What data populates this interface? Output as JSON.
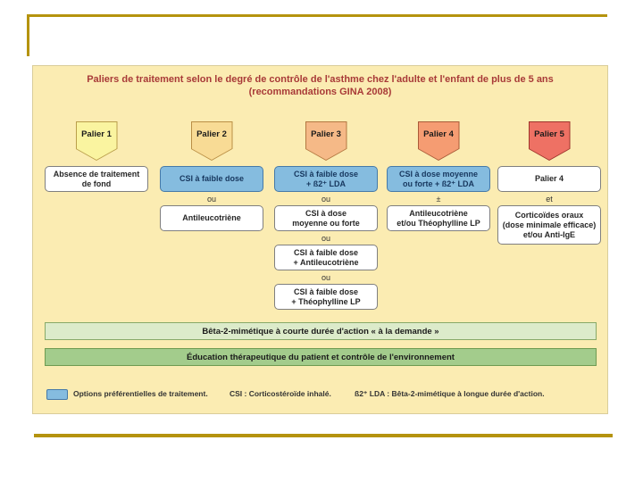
{
  "slide": {
    "title_line1": "Paliers de traitement selon le degré de contrôle de l'asthme chez l'adulte et l'enfant de plus de 5 ans",
    "title_line2": "(recommandations GINA 2008)"
  },
  "colors": {
    "accent_gold": "#B5930E",
    "panel_bg": "#FBECB2",
    "title_red": "#A83A38",
    "preferred_blue": "#85BCDF",
    "blue_border": "#4579A8",
    "bar1_green": "#DCEBCA",
    "bar2_green": "#A3CC8C"
  },
  "columns": [
    {
      "palier": {
        "label": "Palier 1",
        "fill": "#FAF4A0",
        "border": "#B99E4B"
      },
      "items": [
        {
          "type": "white",
          "text": "Absence de traitement\nde fond"
        }
      ]
    },
    {
      "palier": {
        "label": "Palier 2",
        "fill": "#F8DB95",
        "border": "#BA8F45"
      },
      "items": [
        {
          "type": "blue",
          "text": "CSI à faible dose"
        },
        {
          "type": "connector",
          "text": "ou"
        },
        {
          "type": "white",
          "text": "Antileucotriène"
        }
      ]
    },
    {
      "palier": {
        "label": "Palier 3",
        "fill": "#F5B987",
        "border": "#B37841"
      },
      "items": [
        {
          "type": "blue",
          "text": "CSI à faible dose\n+ ß2⁺ LDA"
        },
        {
          "type": "connector",
          "text": "ou"
        },
        {
          "type": "white",
          "text": "CSI à dose\nmoyenne ou forte"
        },
        {
          "type": "connector",
          "text": "ou"
        },
        {
          "type": "white",
          "text": "CSI à faible dose\n+ Antileucotriène"
        },
        {
          "type": "connector",
          "text": "ou"
        },
        {
          "type": "white",
          "text": "CSI à faible dose\n+ Théophylline LP"
        }
      ]
    },
    {
      "palier": {
        "label": "Palier 4",
        "fill": "#F59C72",
        "border": "#A95A38"
      },
      "items": [
        {
          "type": "blue",
          "text": "CSI à dose moyenne\nou forte + ß2⁺ LDA"
        },
        {
          "type": "connector",
          "text": "±"
        },
        {
          "type": "white",
          "text": "Antileucotriène\net/ou Théophylline LP"
        }
      ]
    },
    {
      "palier": {
        "label": "Palier 5",
        "fill": "#EE7164",
        "border": "#9E342C"
      },
      "items": [
        {
          "type": "white",
          "text": "Palier 4"
        },
        {
          "type": "connector",
          "text": "et"
        },
        {
          "type": "white",
          "text": "Corticoïdes oraux\n(dose minimale efficace)\net/ou Anti-IgE"
        }
      ]
    }
  ],
  "bars": [
    {
      "text": "Bêta-2-mimétique à courte durée d'action « à la demande »"
    },
    {
      "text": "Éducation thérapeutique du patient et contrôle de l'environnement"
    }
  ],
  "legend": {
    "swatch_label": "Options préférentielles de traitement.",
    "csi_label": "CSI : Corticostéroïde inhalé.",
    "b2_label": "ß2⁺ LDA : Bêta-2-mimétique à longue durée d'action."
  }
}
